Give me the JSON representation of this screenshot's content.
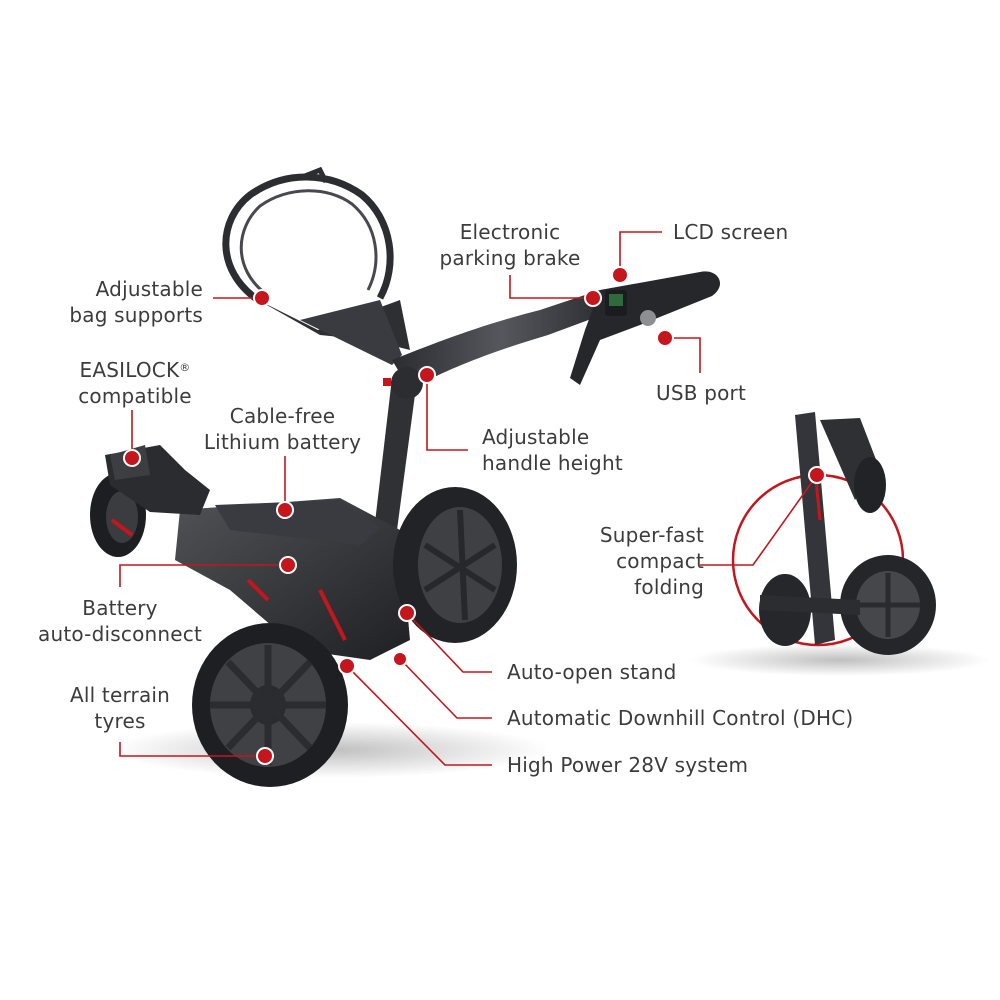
{
  "colors": {
    "accent": "#c4161c",
    "text": "#3c3c3c",
    "trolley_dark": "#2a2b2e",
    "trolley_mid": "#45474b",
    "trolley_light": "#6a6c70"
  },
  "callouts": {
    "adjustable_bag_supports": [
      "Adjustable",
      "bag supports"
    ],
    "easilock_compatible": {
      "line1": "EASILOCK",
      "mark": "®",
      "line2": "compatible"
    },
    "cable_free_battery": [
      "Cable-free",
      "Lithium battery"
    ],
    "electronic_parking_brake": [
      "Electronic",
      "parking brake"
    ],
    "lcd_screen": "LCD screen",
    "usb_port": "USB port",
    "adjustable_handle_height": [
      "Adjustable",
      "handle height"
    ],
    "super_fast_folding": [
      "Super-fast",
      "compact",
      "folding"
    ],
    "battery_auto_disconnect": [
      "Battery",
      "auto-disconnect"
    ],
    "auto_open_stand": "Auto-open stand",
    "all_terrain_tyres": [
      "All terrain",
      "tyres"
    ],
    "downhill_control": "Automatic Downhill Control (DHC)",
    "high_power_system": "High Power 28V system"
  }
}
